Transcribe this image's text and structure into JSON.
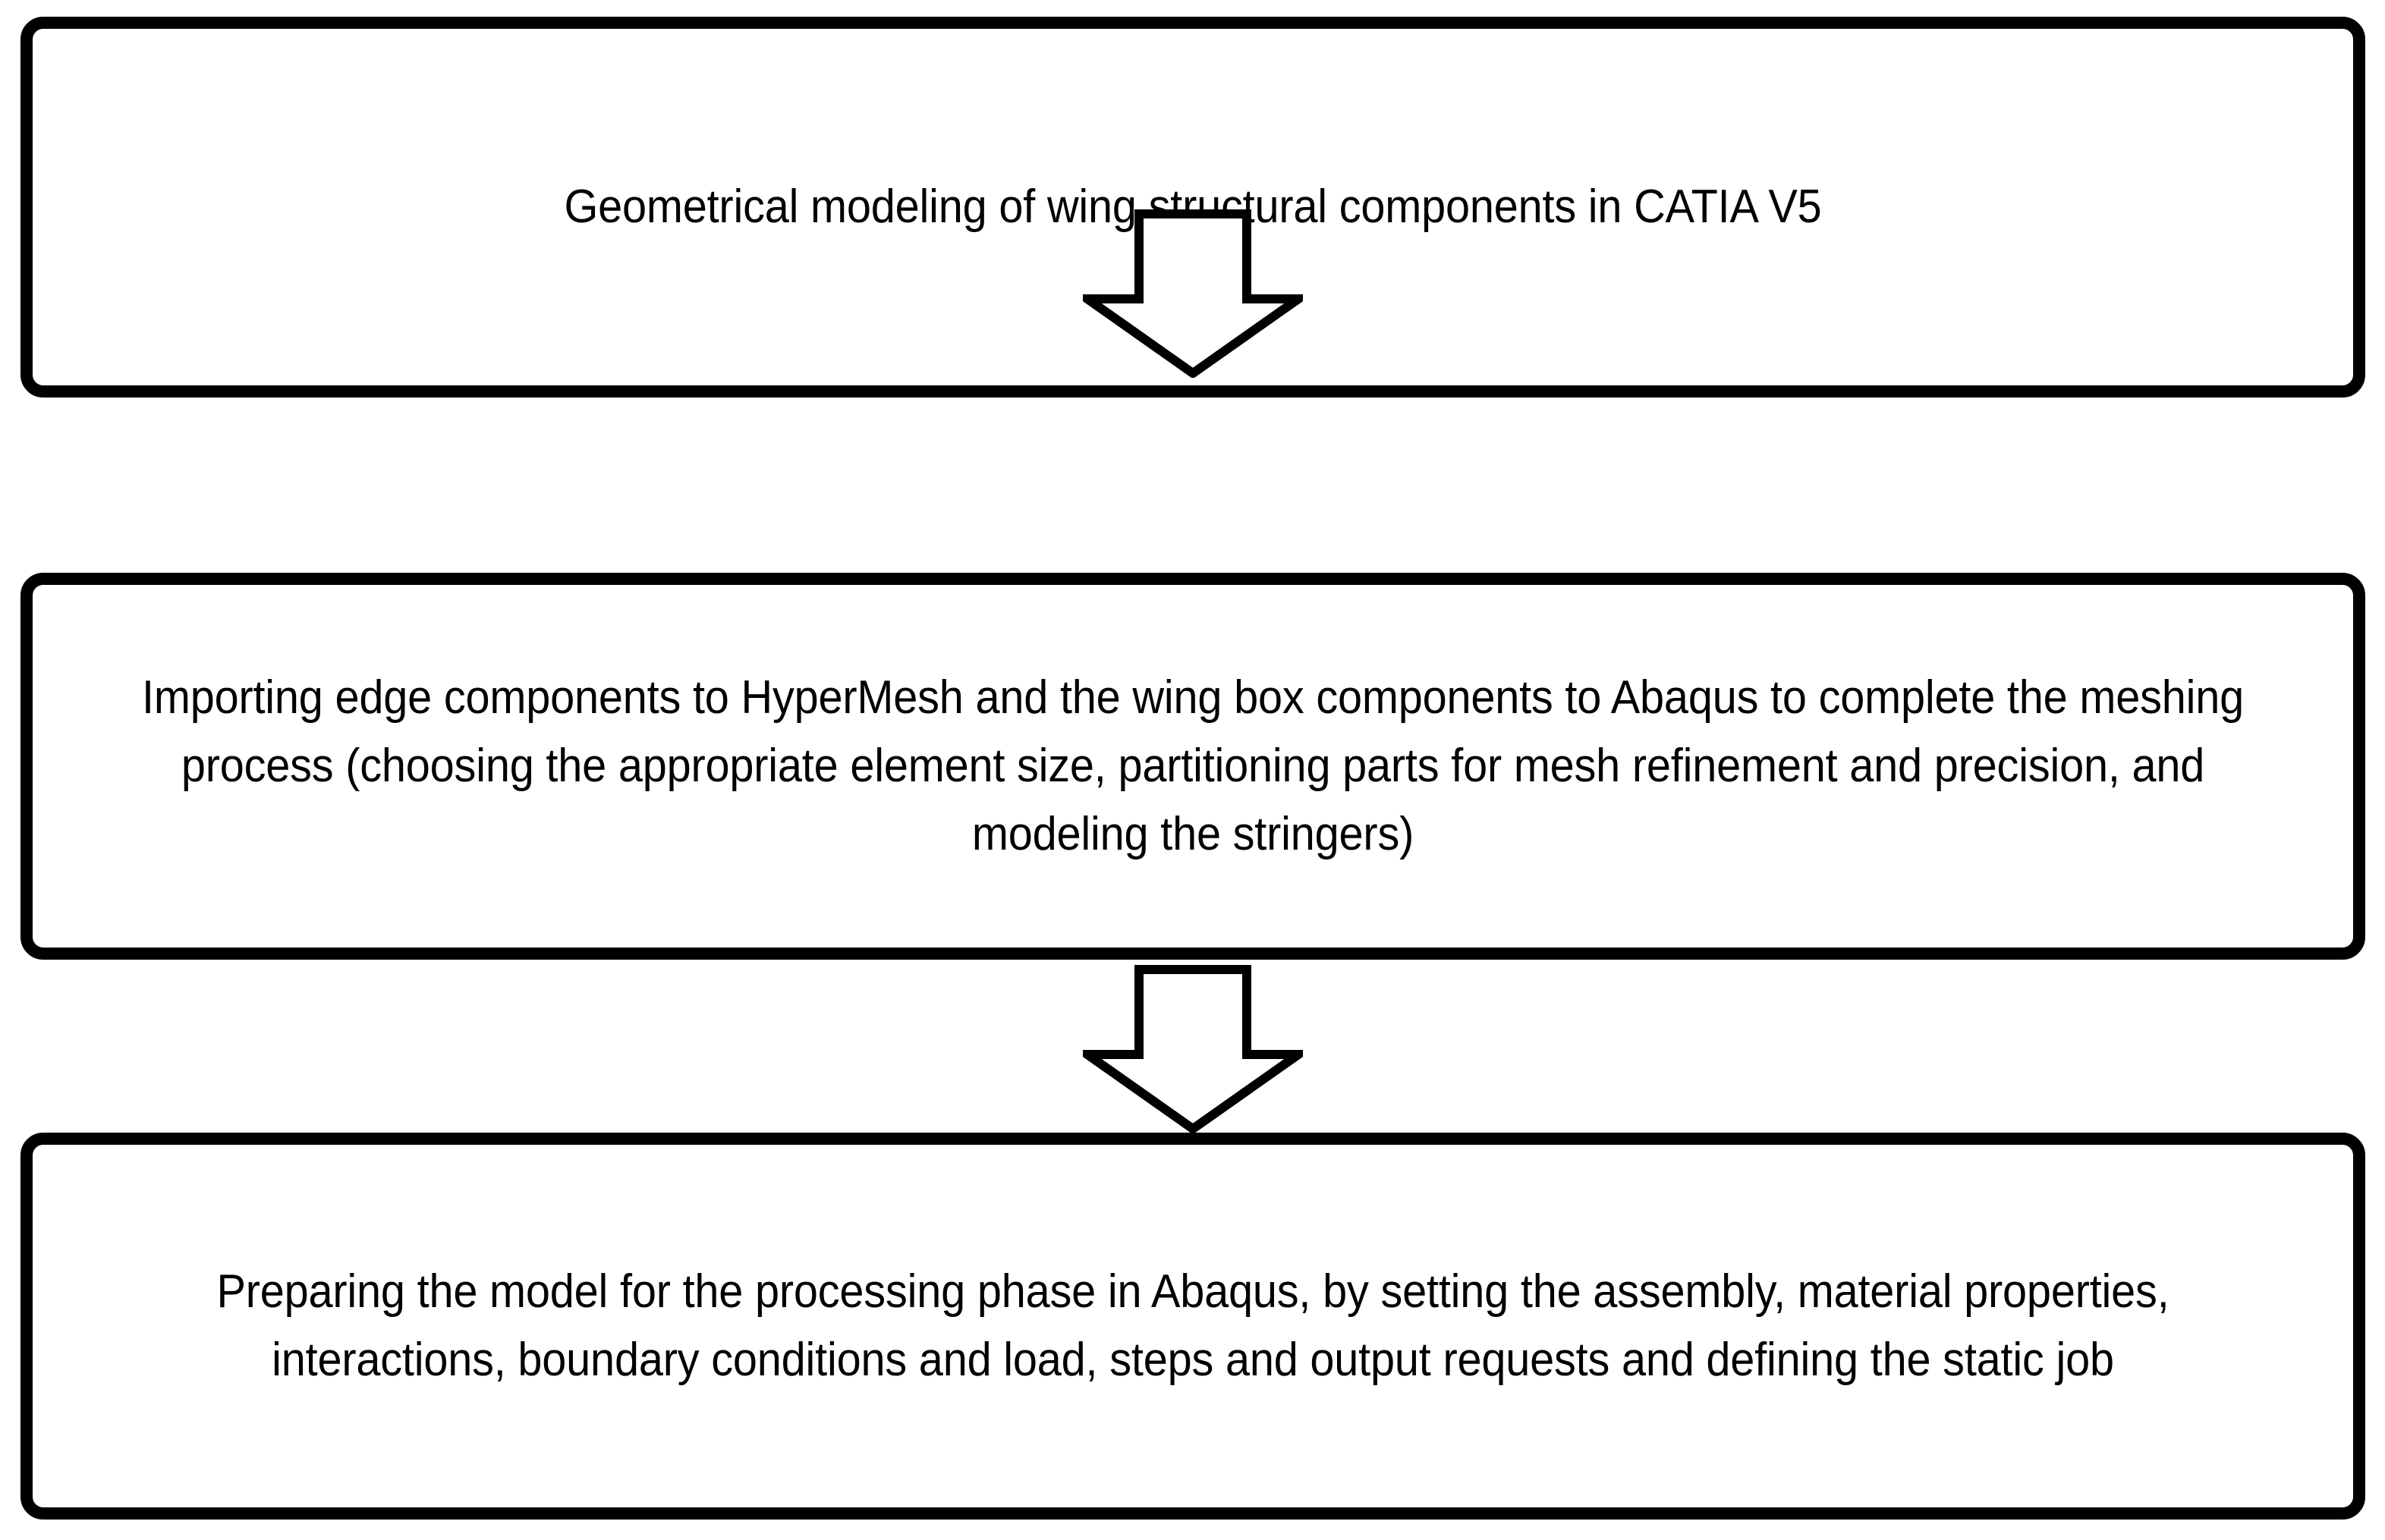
{
  "diagram": {
    "type": "flowchart",
    "orientation": "vertical",
    "title": "",
    "background_color": "#ffffff",
    "stroke_color": "#000000",
    "fill_color": "#ffffff",
    "nodes": [
      {
        "id": "node-1",
        "shape": "rounded-rectangle",
        "order": 1,
        "text": "Geometrical modeling of wing structural components in CATIA V5"
      },
      {
        "id": "node-2",
        "shape": "rounded-rectangle",
        "order": 2,
        "text": "Importing edge components to HyperMesh and the wing box components to Abaqus to complete the meshing process (choosing the appropriate element size, partitioning parts for mesh refinement and precision, and modeling the stringers)"
      },
      {
        "id": "node-3",
        "shape": "rounded-rectangle",
        "order": 3,
        "text": "Preparing the model for the processing phase in Abaqus, by setting the assembly, material properties, interactions, boundary conditions and load, steps and output requests and defining the static job"
      }
    ],
    "connectors": [
      {
        "id": "connector-1",
        "icon": "down-block-arrow-icon",
        "from": "node-1",
        "to": "node-2",
        "direction": "down",
        "style": "hollow-block-arrow"
      },
      {
        "id": "connector-2",
        "icon": "down-block-arrow-icon",
        "from": "node-2",
        "to": "node-3",
        "direction": "down",
        "style": "hollow-block-arrow"
      }
    ]
  }
}
